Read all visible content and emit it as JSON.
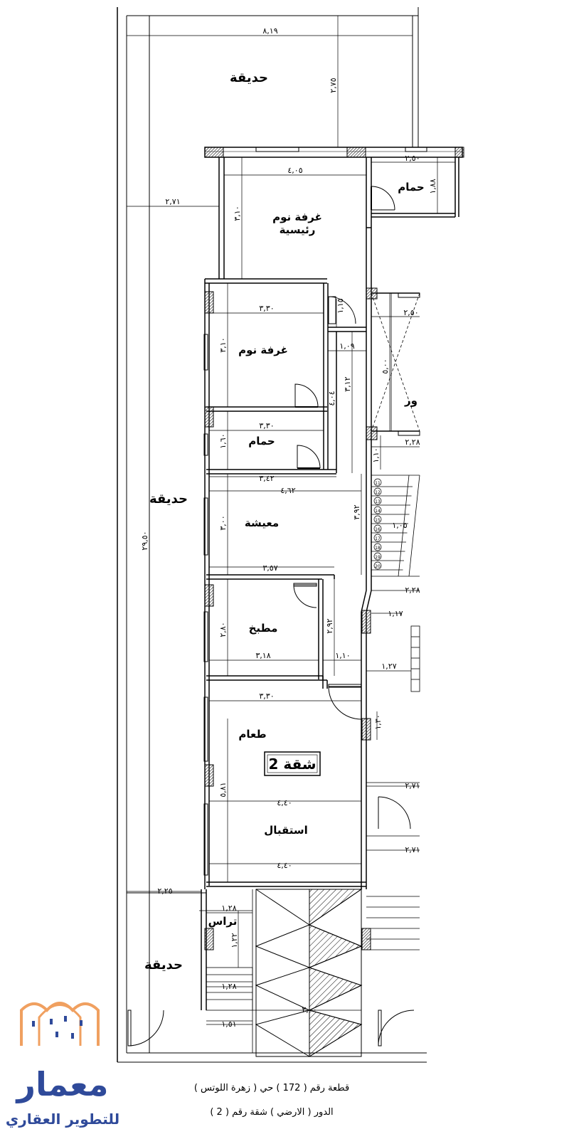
{
  "plan": {
    "gardens": [
      "حديقة",
      "حديقة",
      "حديقة"
    ],
    "rooms": {
      "master_bedroom_line1": "غرفة نوم",
      "master_bedroom_line2": "رئيسية",
      "bathroom_master": "حمام",
      "bedroom": "غرفة نوم",
      "bathroom": "حمام",
      "living": "معيشة",
      "kitchen": "مطبخ",
      "dining": "طعام",
      "reception": "استقبال",
      "terrace": "تراس",
      "stair_partial": "ور"
    },
    "apartment_label": "شقة 2",
    "dimensions": {
      "top_width": "٨,١٩",
      "top_garden_depth": "٢,٧٥",
      "left_garden_width": "٢,٧١",
      "master_width": "٤,٠٥",
      "master_depth": "٣,١٠",
      "bath_master_width": "٢,٥٠",
      "bath_master_depth": "١,٨٨",
      "bedroom_width": "٣,٣٠",
      "bedroom_depth": "٣,١٠",
      "closet_width": "١,١٥",
      "passage_width": "١,٠٩",
      "passage_len_a": "٣,١٢",
      "passage_len_b": "٤,٠٤",
      "stair_width": "٢,٥٠",
      "stair_depth": "٥,٠٠",
      "bath_width": "٣,٣٠",
      "bath_depth": "١,٦٠",
      "small_110": "١,١٠",
      "small_228_a": "٢,٢٨",
      "living_w1": "٣,٤٢",
      "living_w2": "٤,٦٢",
      "living_depth": "٣,٠٠",
      "living_side": "٣,٩٢",
      "stair_flight": "١,٠٥",
      "living_w3": "٣,٥٧",
      "small_228_b": "٢,٢٨",
      "small_117": "١,١٧",
      "kitchen_depth": "٢,٨٠",
      "kitchen_side": "٢,٩٢",
      "kitchen_width": "٣,١٨",
      "kitchen_passage": "١,١٠",
      "small_127": "١,٢٧",
      "dining_width": "٣,٣٠",
      "entry_depth": "١,٣٠",
      "long_total": "٢٩,٥٠",
      "reception_depth": "٥,٨١",
      "small_271_a": "٢,٧١",
      "reception_w1": "٤,٤٠",
      "small_271_b": "٢,٧١",
      "reception_w2": "٤,٤٠",
      "bottom_garden": "٢,٢٥",
      "terrace_w": "١,٢٨",
      "terrace_d": "١,٢٢",
      "steps_w": "١,٢٨",
      "ramp_w": "٣,٠٠",
      "gate_w": "١,٥١"
    }
  },
  "caption": {
    "line1": "قطعة رقم ( 172 ) حي ( زهرة اللوتس )",
    "line2": "الدور ( الارضي ) شقة رقم ( 2 )"
  },
  "logo": {
    "name": "معمار",
    "tagline": "للتطوير العقاري",
    "color": "#2f4a9a",
    "accent": "#f0a060"
  },
  "stair_steps": [
    "11",
    "12",
    "13",
    "14",
    "15",
    "16",
    "17",
    "18",
    "19",
    "20"
  ]
}
